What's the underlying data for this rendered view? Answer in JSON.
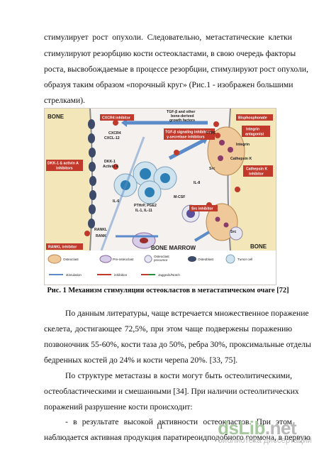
{
  "top_text": [
    "стимулирует   рост   опухоли.   Следовательно,   метастатические   клетки",
    "стимулируют резорбцию кости остеокластами, в свою очередь  факторы",
    "роста, высвобождаемые в процессе резорбции, стимулируют рост опухоли,",
    "образуя таким образом «порочный круг» (Рис.1 - изображен большими",
    "стрелками)."
  ],
  "figure": {
    "region_bone_left": "BONE",
    "region_bone_right": "BONE",
    "region_marrow": "BONE MARROW",
    "inhibitor_boxes": {
      "cxcr4": "CXCR4 inhibitor",
      "tgfb": "TGF-β signaling inhibitors",
      "tgfb2": "γ-secretase inhibitors",
      "bisphosphonate": "Bisphosphonate",
      "integrin": "Integrin",
      "integrin2": "antagonist",
      "dkk1": "DKK-1 & activin A",
      "dkk1b": "inhibitors",
      "cathepsin": "Cathepsin K",
      "cathepsin2": "inhibitor",
      "src": "Src inhibitor",
      "rankl": "RANKL inhibitor"
    },
    "labels": {
      "tgf_other": "TGF-β and other",
      "tgf_other2": "bone-derived",
      "tgf_other3": "growth factors",
      "cxcr4": "CXCR4",
      "cxcl12": "CXCL-12",
      "dkk1": "DKK-1",
      "activin": "Activin A",
      "il6": "IL-6",
      "pthrp": "PTHrP, PGE2",
      "il1": "IL-1, IL-11",
      "il8": "IL-8",
      "mcsf": "M-CSF",
      "rankl": "RANKL",
      "rank": "RANK",
      "ftps": "FTPS",
      "src": "Src",
      "src2": "Src",
      "integrin": "Integrin",
      "cathepsin": "Cathepsin K"
    },
    "legend": {
      "osteoclast": "Osteoclast",
      "preosteoclast": "Pre-osteoclast",
      "precursor": "Osteoclast",
      "precursor2": "precursor",
      "osteoblast": "Osteoblast",
      "tumor": "Tumor cell",
      "stimulation": "stimulation",
      "inhibition": "inhibition",
      "jagged": "Jagged1/Notch"
    }
  },
  "caption": "Рис. 1 Механизм стимуляции остеокластов в метастатическом очаге [72]",
  "body_text": [
    "По данным литературы, чаще встречается множественное поражение",
    "скелета, достигающее 72,5%, при этом чаще подвержены поражению",
    "позвоночник 55-60%, кости таза до 50%, ребра 30%, проксимальные отделы",
    "бедренных костей до 24% и кости черепа 20%. [33, 75].",
    "По  структуре  метастазы  в  кости  могут  быть  остеолитическими,",
    "остеобластическими  и  смешанными  [34].  При  наличии  остеолитических",
    "поражений разрушение кости происходит:",
    "-  в   результате   высокой   активности   остеокластов.   При   этом",
    "наблюдается активная продукция паратиреоидподобного гормона, в первую"
  ],
  "page_number": "11",
  "watermark": {
    "logo_a": "dsLib",
    "logo_b": ".net",
    "subtitle": "библиотека диссертаций"
  }
}
